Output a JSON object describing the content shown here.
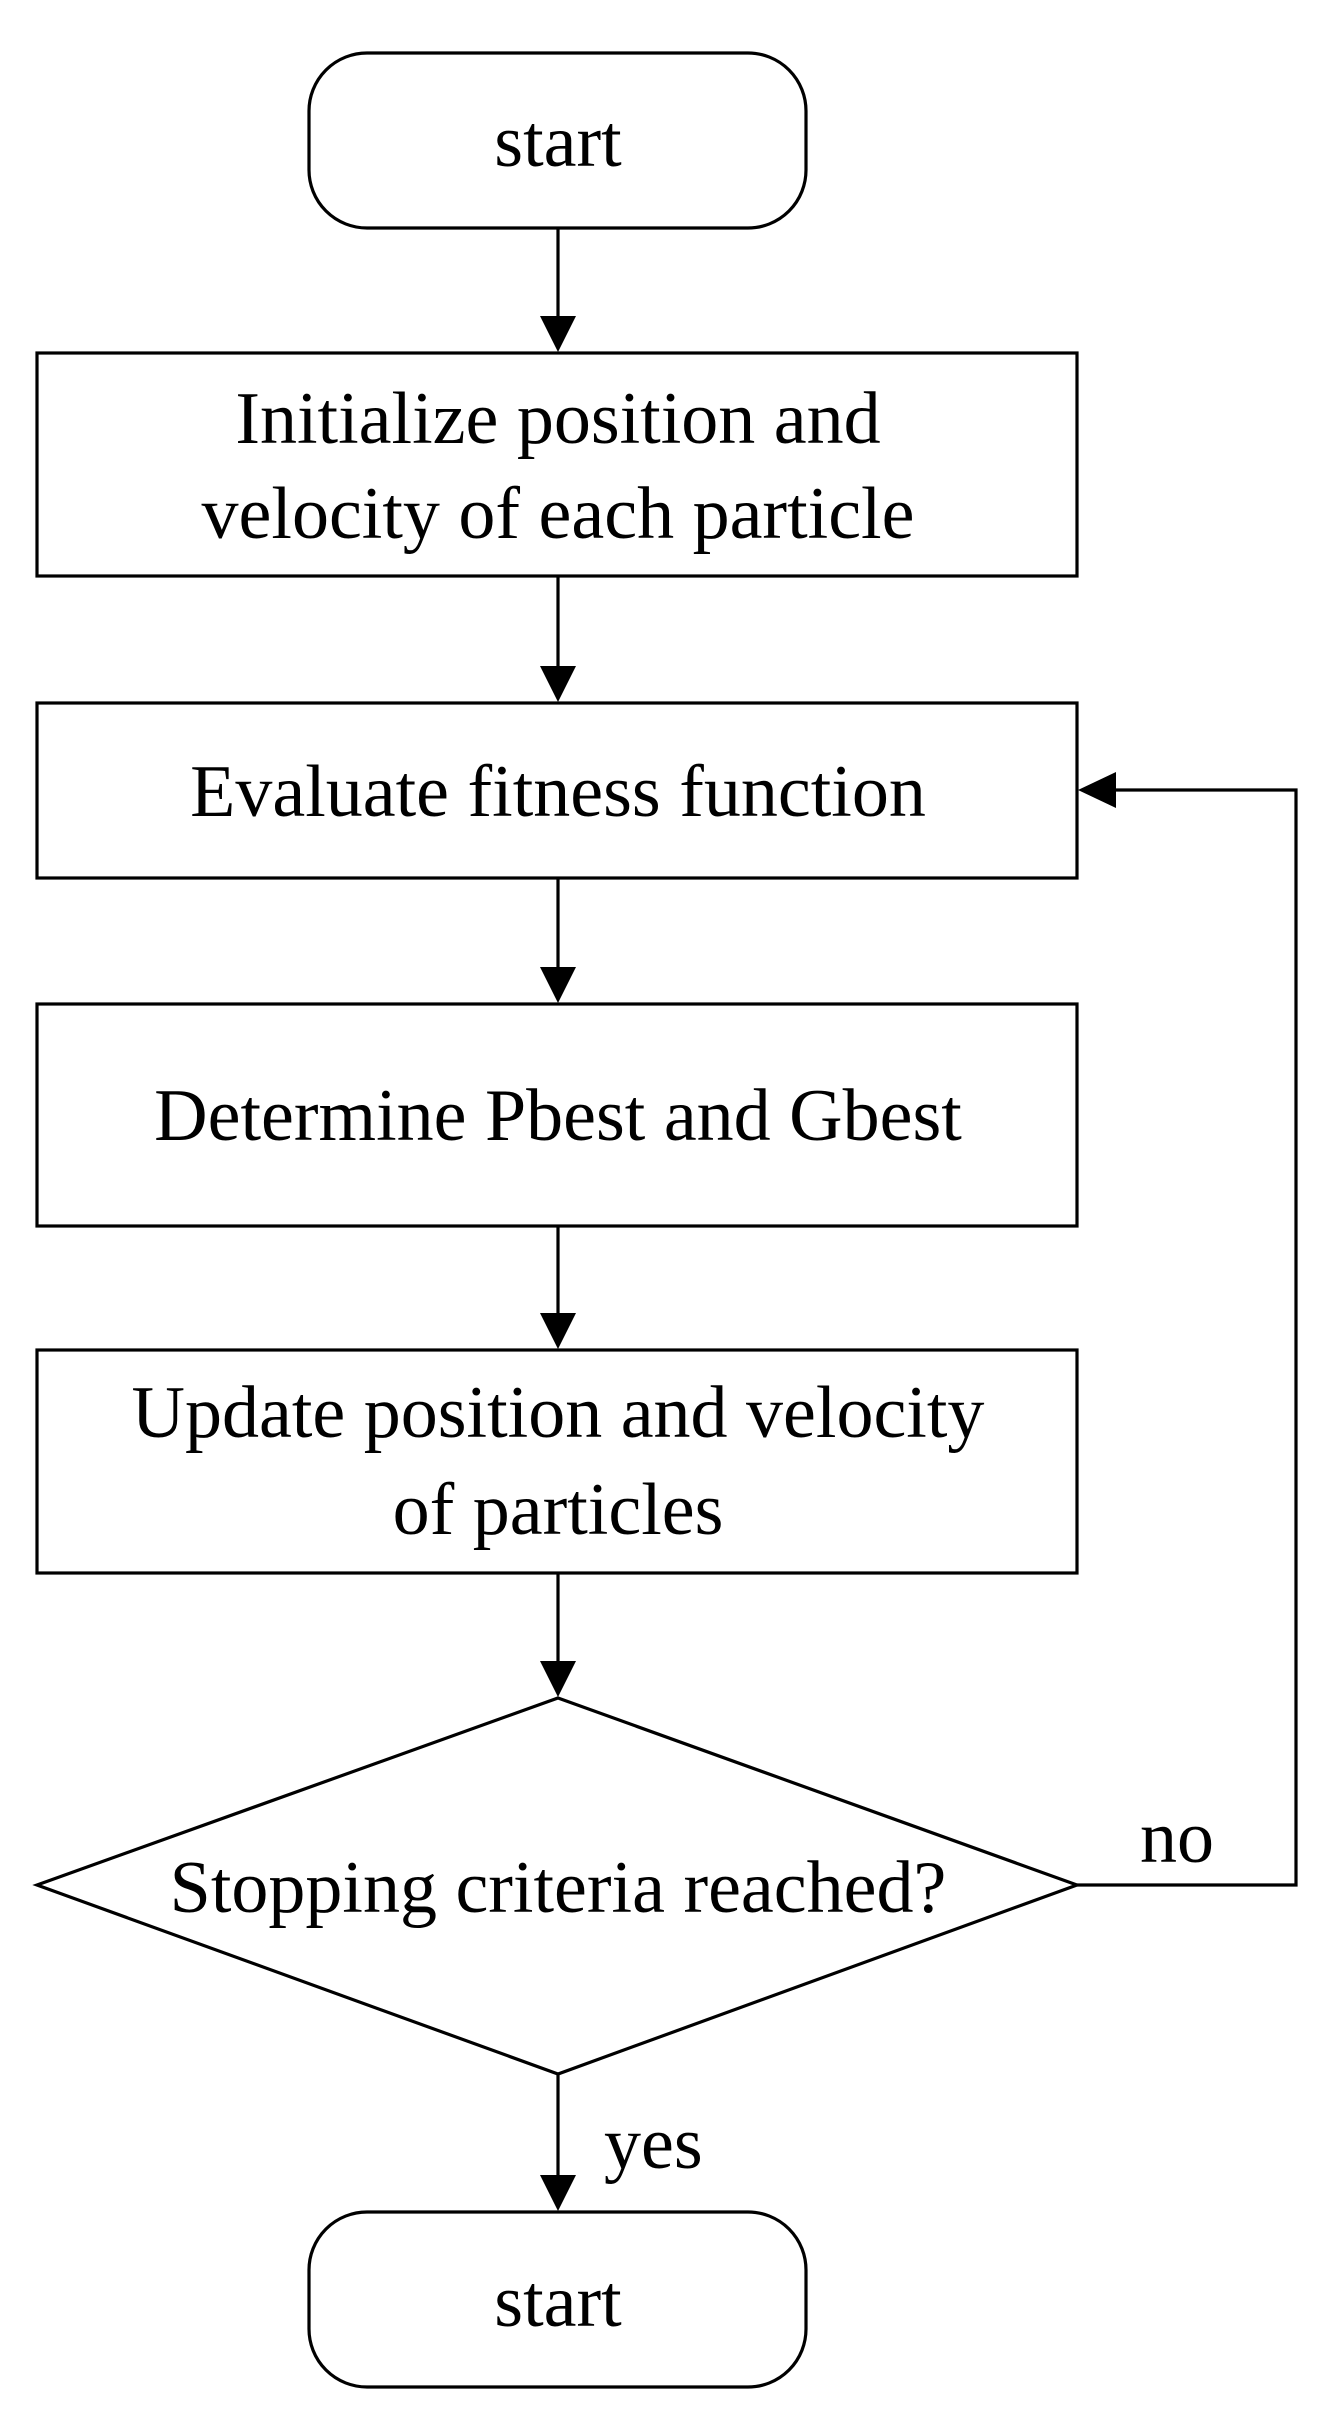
{
  "diagram": {
    "nodes": {
      "start_top": {
        "lines": [
          "start"
        ]
      },
      "initialize": {
        "lines": [
          "Initialize  position and",
          "velocity of each particle"
        ]
      },
      "evaluate": {
        "lines": [
          "Evaluate fitness function"
        ]
      },
      "determine": {
        "lines": [
          "Determine Pbest and Gbest"
        ]
      },
      "update": {
        "lines": [
          "Update position and velocity",
          "of particles"
        ]
      },
      "decision": {
        "lines": [
          "Stopping criteria reached?"
        ]
      },
      "start_bottom": {
        "lines": [
          "start"
        ]
      }
    },
    "edge_labels": {
      "no": "no",
      "yes": "yes"
    }
  }
}
